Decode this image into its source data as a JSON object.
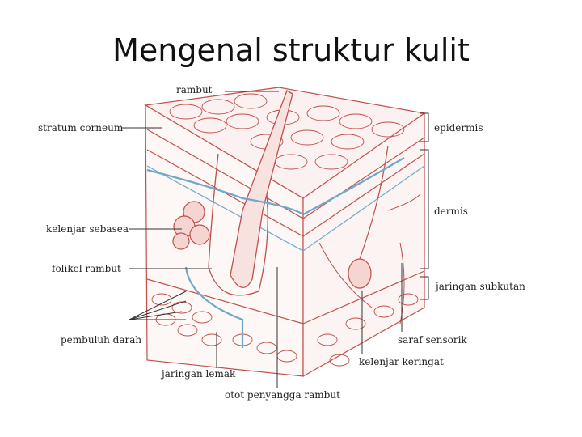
{
  "title": "Mengenal struktur kulit",
  "labels": {
    "rambut": "rambut",
    "stratum_corneum": "stratum corneum",
    "kelenjar_sebasea": "kelenjar sebasea",
    "folikel_rambut": "folikel rambut",
    "pembuluh_darah": "pembuluh darah",
    "jaringan_lemak": "jaringan lemak",
    "otot_penyangga_rambut": "otot penyangga rambut",
    "kelenjar_keringat": "kelenjar keringat",
    "saraf_sensorik": "saraf sensorik",
    "jaringan_subkutan": "jaringan subkutan",
    "dermis": "dermis",
    "epidermis": "epidermis"
  },
  "colors": {
    "tissue": "#c0504d",
    "vessel": "#6fa8c8",
    "ink": "#333333"
  }
}
